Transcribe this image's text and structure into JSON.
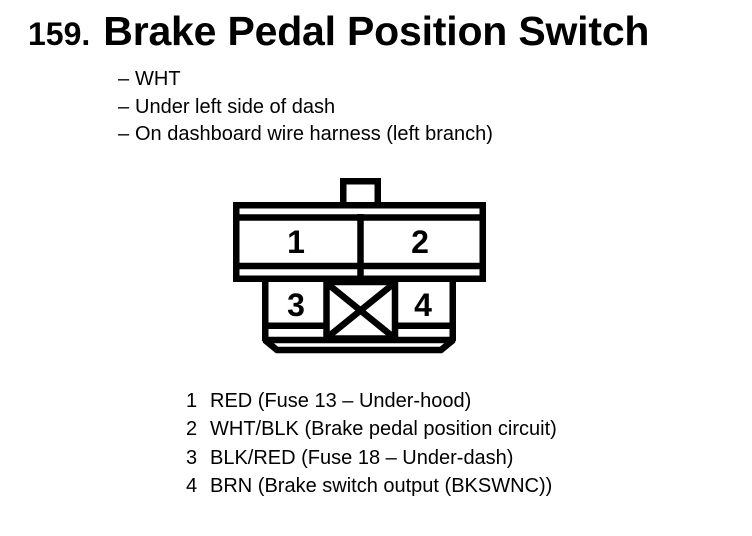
{
  "colors": {
    "ink": "#000000",
    "paper": "#ffffff"
  },
  "title": {
    "number": "159.",
    "text": "Brake Pedal Position Switch"
  },
  "bullet_char": "–",
  "details": [
    "WHT",
    "Under left side of dash",
    "On dashboard wire harness (left branch)"
  ],
  "connector": {
    "pin1_label": "1",
    "pin2_label": "2",
    "pin3_label": "3",
    "pin4_label": "4"
  },
  "legend": [
    {
      "pin": "1",
      "desc": "RED (Fuse 13 – Under-hood)"
    },
    {
      "pin": "2",
      "desc": "WHT/BLK (Brake pedal position circuit)"
    },
    {
      "pin": "3",
      "desc": "BLK/RED (Fuse 18 – Under-dash)"
    },
    {
      "pin": "4",
      "desc": "BRN (Brake switch output (BKSWNC))"
    }
  ]
}
